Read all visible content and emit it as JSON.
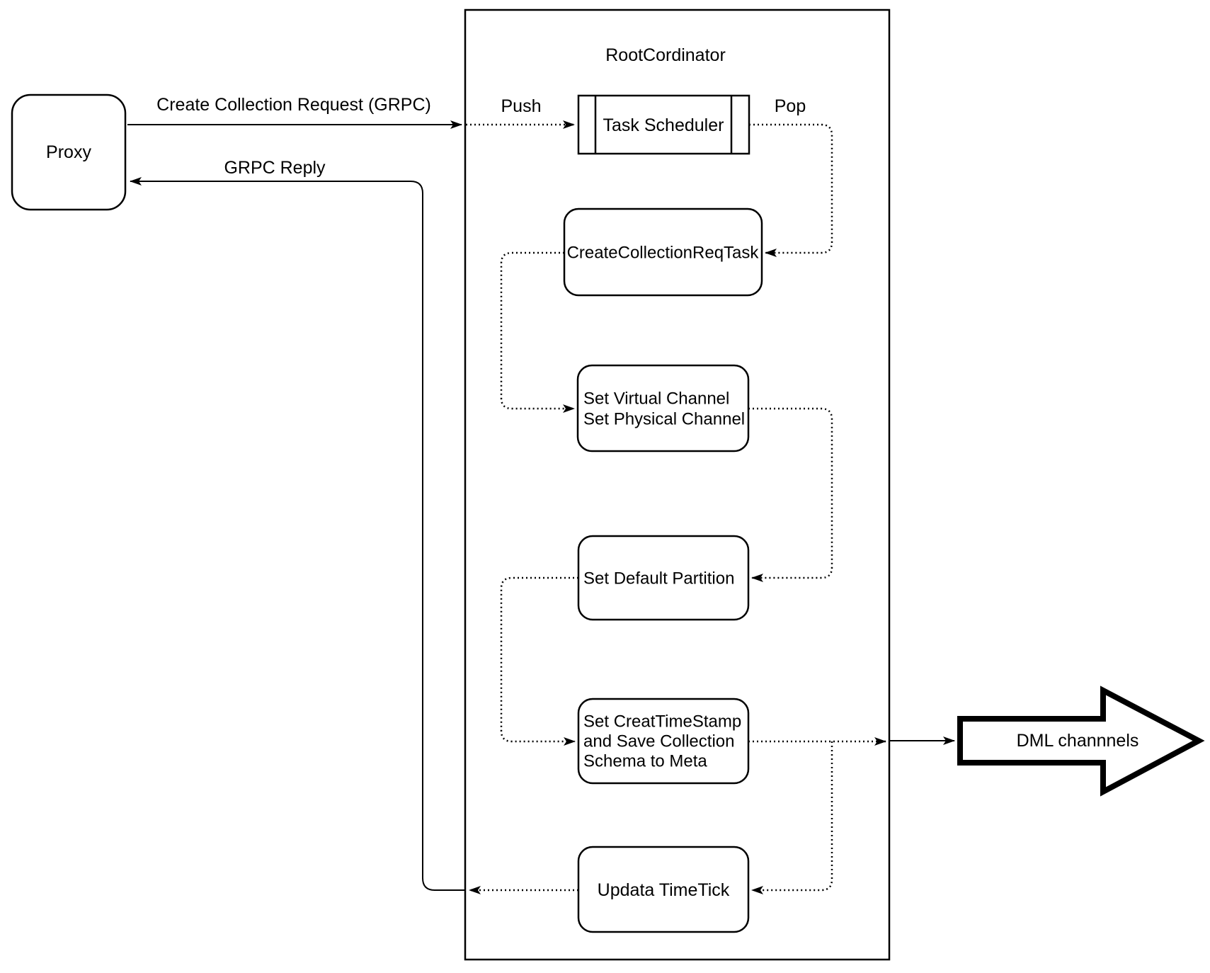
{
  "diagram": {
    "container_title": "RootCordinator",
    "nodes": {
      "proxy": {
        "label": "Proxy"
      },
      "task_scheduler": {
        "label": "Task Scheduler"
      },
      "create_collection_req_task": {
        "label": "CreateCollectionReqTask"
      },
      "set_channels": {
        "line1": "Set Virtual Channel",
        "line2": "Set Physical Channel"
      },
      "set_default_partition": {
        "label": "Set Default Partition"
      },
      "set_creat_timestamp": {
        "line1": "Set CreatTimeStamp",
        "line2": "and Save Collection",
        "line3": "Schema to Meta"
      },
      "updata_timetick": {
        "label": "Updata TimeTick"
      },
      "dml_channels": {
        "label": "DML channnels"
      }
    },
    "edges": {
      "create_collection_request": {
        "label": "Create Collection Request (GRPC)"
      },
      "grpc_reply": {
        "label": "GRPC Reply"
      },
      "push": {
        "label": "Push"
      },
      "pop": {
        "label": "Pop"
      }
    },
    "colors": {
      "stroke": "#000000",
      "background": "#ffffff"
    }
  }
}
